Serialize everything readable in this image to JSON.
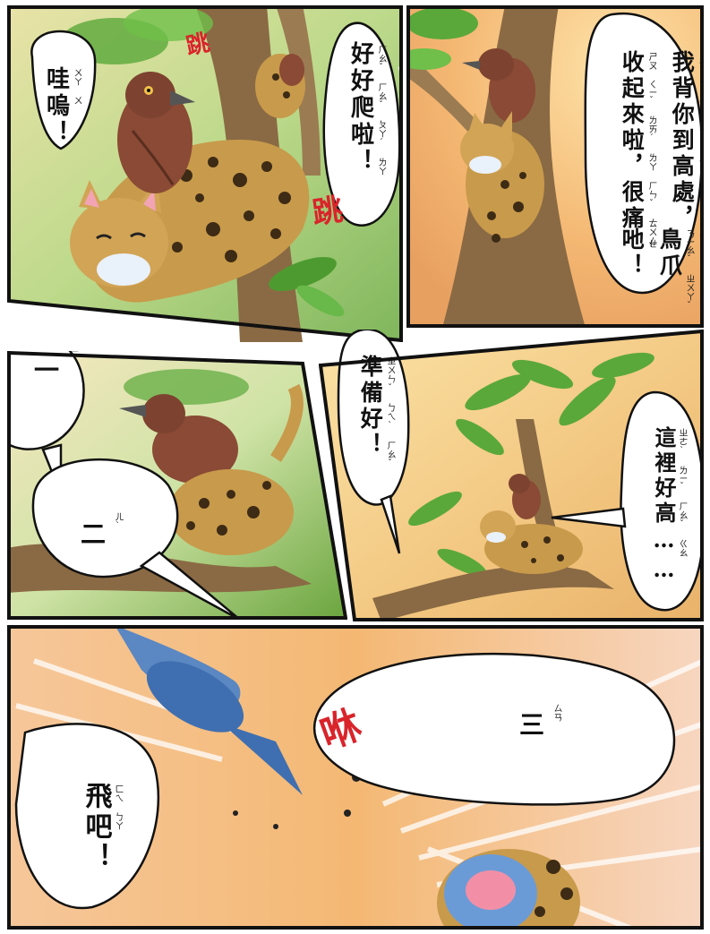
{
  "panel1": {
    "speech_left": "哇嗚！",
    "speech_left_ruby": "ㄨㄚ ㄨ",
    "speech_right": "好好爬啦！",
    "speech_right_ruby": "ㄏㄠˇ ㄏㄠˇ ㄆㄚˊ ㄌㄚ",
    "sfx_top": "跳",
    "sfx_bottom": "跳"
  },
  "panel2": {
    "speech_col1": "我背你到高處，",
    "speech_col2": "收起來啦，很痛",
    "speech_col3": "鳥爪",
    "speech_col4": "吔！",
    "ruby_col1": "ㄨㄛˇ ㄅㄟ ㄋㄧˇ ㄉㄠˋ ㄍㄠ ㄔㄨˋ",
    "ruby_col2": "ㄕㄡ ㄑㄧˇ ㄌㄞˊ ㄌㄚ ㄏㄣˇ ㄊㄨㄥˋ",
    "ruby_col3": "ㄋㄧㄠˇ ㄓㄨㄚˇ",
    "ruby_col4": "˙ㄝ"
  },
  "panel3": {
    "speech_one": "一",
    "speech_one_ruby": "ㄧ",
    "speech_two": "二",
    "speech_two_ruby": "ㄦˋ"
  },
  "panel4": {
    "speech_ready": "準備好！",
    "speech_ready_ruby": "ㄓㄨㄣˇ ㄅㄟˋ ㄏㄠˇ",
    "speech_high": "這裡好高……",
    "speech_high_ruby": "ㄓㄜˋ ㄌㄧˇ ㄏㄠˇ ㄍㄠ"
  },
  "panel5": {
    "speech_three": "三",
    "speech_three_ruby": "ㄙㄢ",
    "speech_fly": "飛吧！",
    "speech_fly_ruby": "ㄈㄟ ㄅㄚ",
    "sfx_whoosh": "咻"
  },
  "colors": {
    "border": "#111111",
    "sfx_red": "#d9242b",
    "foliage_green": "#5aa83a",
    "sky_orange": "#f4b873",
    "leopard_tan": "#c89a4b",
    "bird_brown": "#8a4a35"
  }
}
